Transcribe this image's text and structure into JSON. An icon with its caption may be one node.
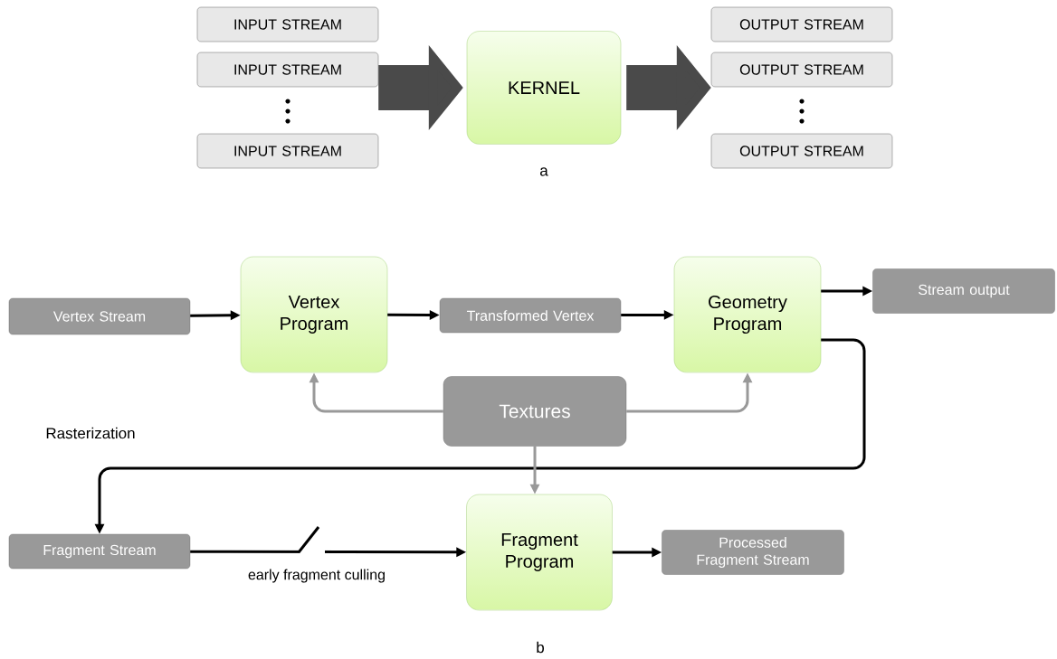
{
  "diagram": {
    "nodes": [
      {
        "text": [
          "INPUT STREAM"
        ]
      },
      {
        "text": [
          "INPUT STREAM"
        ]
      },
      {
        "text": [
          "INPUT STREAM"
        ]
      },
      {
        "text": [
          "KERNEL"
        ]
      },
      {
        "text": [
          "OUTPUT STREAM"
        ]
      },
      {
        "text": [
          "OUTPUT STREAM"
        ]
      },
      {
        "text": [
          "OUTPUT STREAM"
        ]
      },
      {
        "text": [
          "Vertex Stream"
        ]
      },
      {
        "text": [
          "Vertex Program"
        ]
      },
      {
        "text": [
          "Transformed Vertex"
        ]
      },
      {
        "text": [
          "Geometry Program"
        ]
      },
      {
        "text": [
          "Stream output"
        ]
      },
      {
        "text": [
          "Textures"
        ]
      },
      {
        "text": [
          "Fragment Stream"
        ]
      },
      {
        "text": [
          "Fragment Program"
        ]
      },
      {
        "text": [
          "Processed Fragment Stream"
        ]
      }
    ],
    "edges": [
      {
        "from": 1,
        "to": 3,
        "arrow": "to",
        "style": "thick",
        "color": "#4a4a4a"
      },
      {
        "from": 3,
        "to": 5,
        "arrow": "to",
        "style": "thick",
        "color": "#4a4a4a"
      },
      {
        "from": 7,
        "to": 8,
        "arrow": "to"
      },
      {
        "from": 8,
        "to": 9,
        "arrow": "to"
      },
      {
        "from": 9,
        "to": 10,
        "arrow": "to"
      },
      {
        "from": 10,
        "to": 11,
        "arrow": "to"
      },
      {
        "from": 10,
        "to": 13,
        "arrow": "to"
      },
      {
        "from": 12,
        "to": 8,
        "arrow": "to",
        "color": "#999999"
      },
      {
        "from": 12,
        "to": 10,
        "arrow": "to",
        "color": "#999999"
      },
      {
        "from": 12,
        "to": 14,
        "arrow": "to",
        "color": "#999999"
      },
      {
        "from": 13,
        "to": 14,
        "arrow": "to",
        "label": "early fragment culling"
      },
      {
        "from": 14,
        "to": 15,
        "arrow": "to"
      }
    ],
    "labels": [
      "a",
      "Rasterization",
      "b"
    ]
  }
}
